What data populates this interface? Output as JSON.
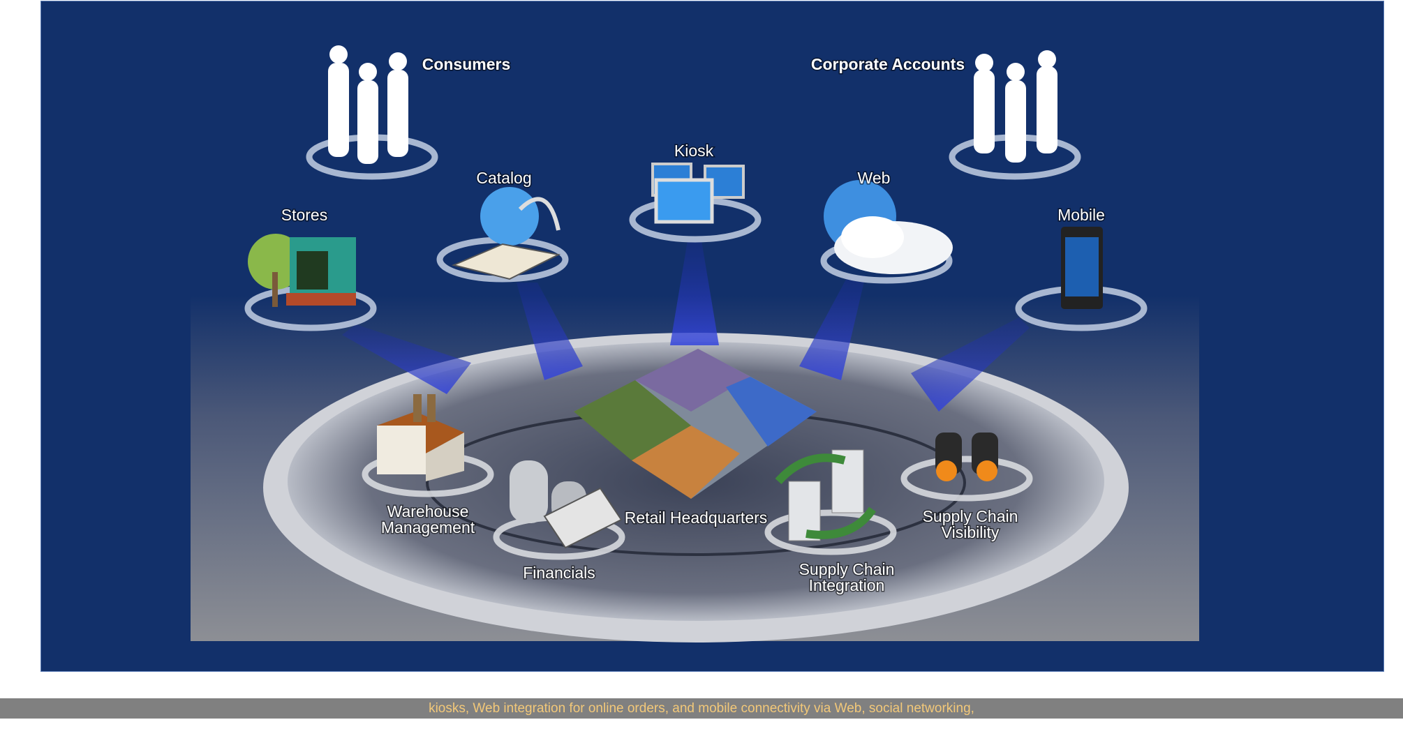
{
  "diagram": {
    "audiences": {
      "consumers": "Consumers",
      "corporate": "Corporate Accounts"
    },
    "channels": {
      "kiosk": "Kiosk",
      "catalog": "Catalog",
      "web": "Web",
      "stores": "Stores",
      "mobile": "Mobile"
    },
    "core": {
      "hq": "Retail Headquarters",
      "warehouse": [
        "Warehouse",
        "Management"
      ],
      "financials": "Financials",
      "sci": [
        "Supply Chain",
        "Integration"
      ],
      "scv": [
        "Supply Chain",
        "Visibility"
      ]
    }
  },
  "caption": "kiosks, Web integration for online orders, and mobile connectivity via Web, social networking,",
  "colors": {
    "panel": "#12306a",
    "caption_bg": "#808080",
    "caption_text": "#f2c879"
  }
}
